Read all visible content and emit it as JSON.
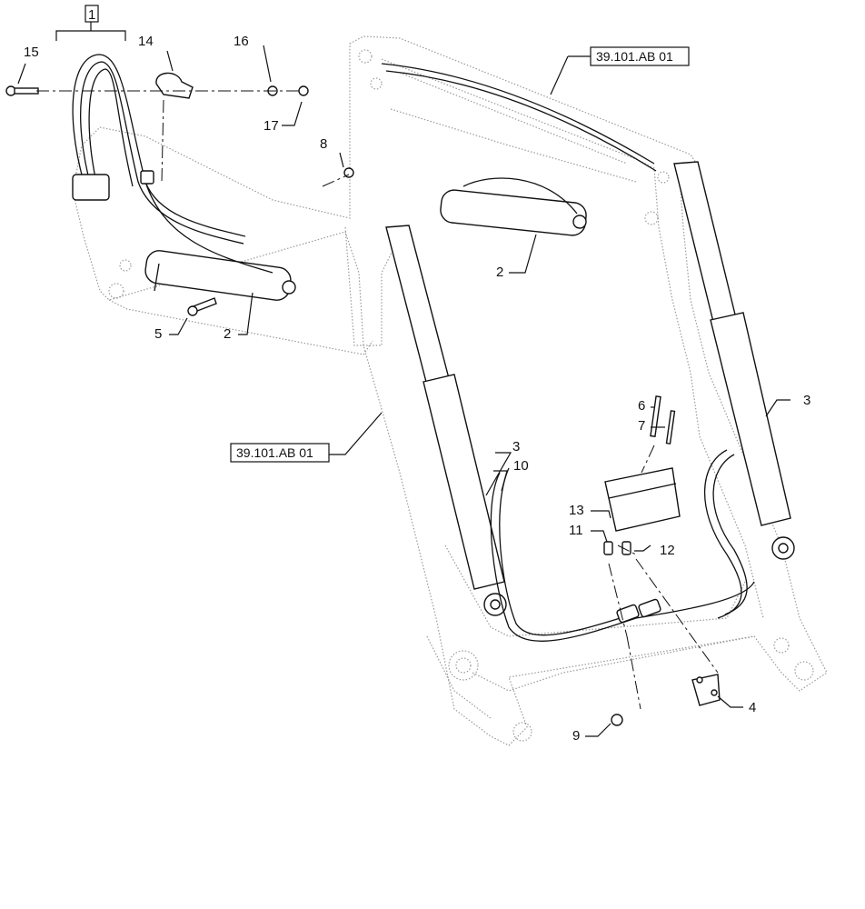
{
  "callouts": {
    "c1": "1",
    "c2a": "2",
    "c2b": "2",
    "c3a": "3",
    "c3b": "3",
    "c4": "4",
    "c5": "5",
    "c6": "6",
    "c7": "7",
    "c8": "8",
    "c9": "9",
    "c10": "10",
    "c11": "11",
    "c12": "12",
    "c13": "13",
    "c14": "14",
    "c15": "15",
    "c16": "16",
    "c17": "17"
  },
  "references": {
    "top_right": "39.101.AB 01",
    "left_middle": "39.101.AB 01"
  }
}
